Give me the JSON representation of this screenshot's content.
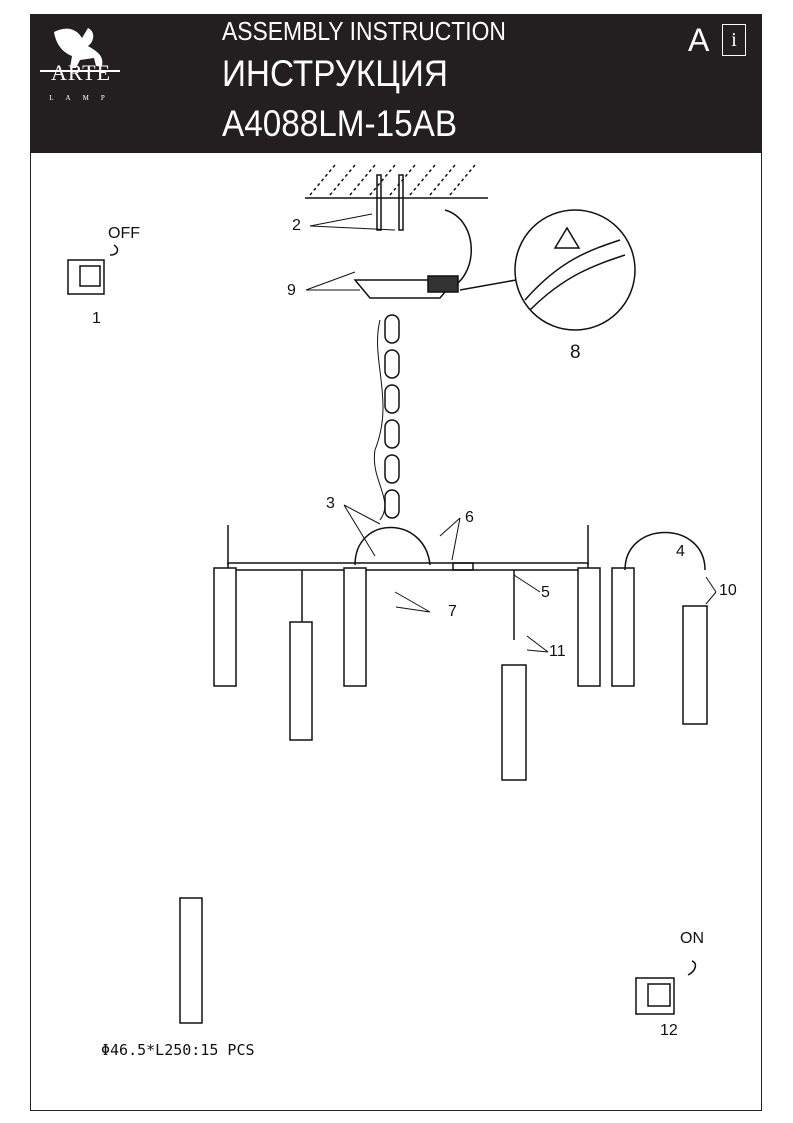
{
  "header": {
    "brand": "ARTE",
    "brand_sub": "LAMP",
    "title_en": "ASSEMBLY INSTRUCTION",
    "title_ru": "ИНСТРУКЦИЯ",
    "model": "A4088LM-15AB",
    "lang_badge": "A",
    "info_icon": "i"
  },
  "steps": {
    "off_label": "OFF",
    "on_label": "ON",
    "callouts": [
      "1",
      "2",
      "3",
      "4",
      "5",
      "6",
      "7",
      "8",
      "9",
      "10",
      "11",
      "12"
    ]
  },
  "spec": "Φ46.5*L250:15 PCS"
}
